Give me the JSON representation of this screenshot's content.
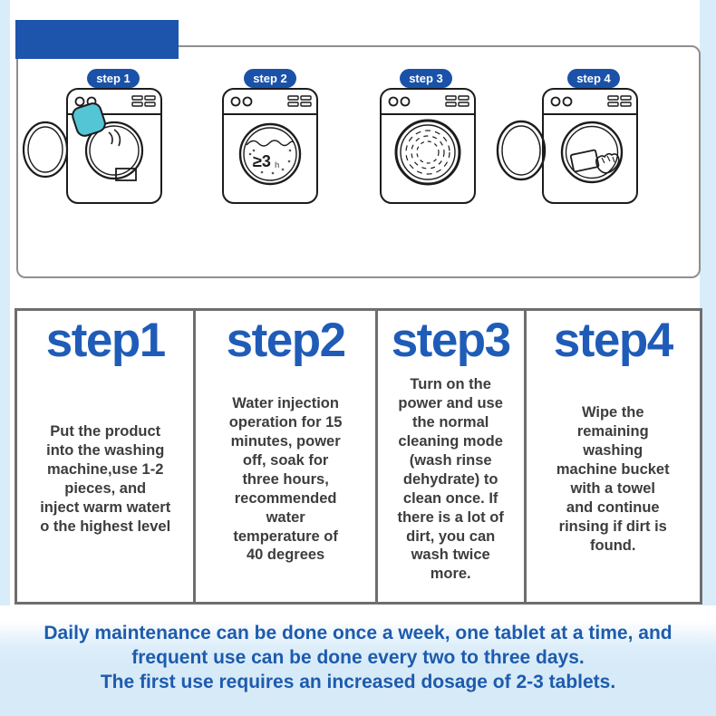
{
  "colors": {
    "accent_blue": "#1d55ad",
    "heading_blue": "#1f5cb8",
    "light_blue_bg": "#d9ecf9",
    "table_border_gray": "#6e6e6e",
    "body_text_gray": "#3d3d3d",
    "tablet_teal": "#54c5d4"
  },
  "illustration": {
    "badges": [
      "step 1",
      "step 2",
      "step 3",
      "step 4"
    ],
    "machine_icons": [
      "washing-machine-insert-tablet-icon",
      "washing-machine-soak-icon",
      "washing-machine-wash-cycle-icon",
      "washing-machine-wipe-icon"
    ],
    "soak_value": "≥3",
    "soak_unit": "h"
  },
  "steps": [
    {
      "title": "step1",
      "text": "Put the product\ninto the washing\nmachine,use 1-2\npieces, and\ninject warm watert\no the highest level"
    },
    {
      "title": "step2",
      "text": "Water injection\noperation for 15\nminutes, power\noff, soak for\nthree hours,\nrecommended\nwater\ntemperature of\n40 degrees"
    },
    {
      "title": "step3",
      "text": "Turn on the\npower and use\nthe normal\ncleaning mode\n(wash rinse\ndehydrate) to\nclean once. If\nthere is a lot of\ndirt, you can\nwash twice\nmore."
    },
    {
      "title": "step4",
      "text": "Wipe the\nremaining\nwashing\nmachine bucket\nwith a towel\nand continue\nrinsing if dirt is\nfound."
    }
  ],
  "footer": {
    "lines": [
      "Daily maintenance can be done once a week, one tablet at a time, and",
      "frequent use can be done every two to three days.",
      "The first use requires an increased dosage of 2-3 tablets."
    ]
  }
}
